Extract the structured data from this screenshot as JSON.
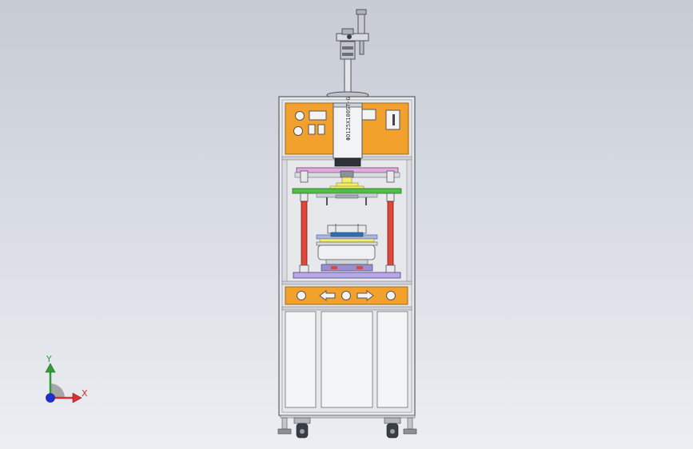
{
  "model": {
    "cylinder_label": "ΦD125X100ST-G",
    "colors": {
      "frame": "#e6e8ec",
      "frame_edge": "#5a5e66",
      "orange_panel": "#f2a12c",
      "column_red": "#e0463a",
      "platen_green": "#4fbf4a",
      "platen_pink": "#e3a9e2",
      "platen_lavender": "#b9a8e8",
      "yellow_die": "#f1ee6a",
      "background_top": "#c6cbd4",
      "background_bottom": "#eceef2"
    }
  },
  "triad": {
    "x_label": "X",
    "y_label": "Y",
    "colors": {
      "x": "#d8312f",
      "y": "#2f9c3a",
      "z": "#1d2fd0"
    }
  }
}
